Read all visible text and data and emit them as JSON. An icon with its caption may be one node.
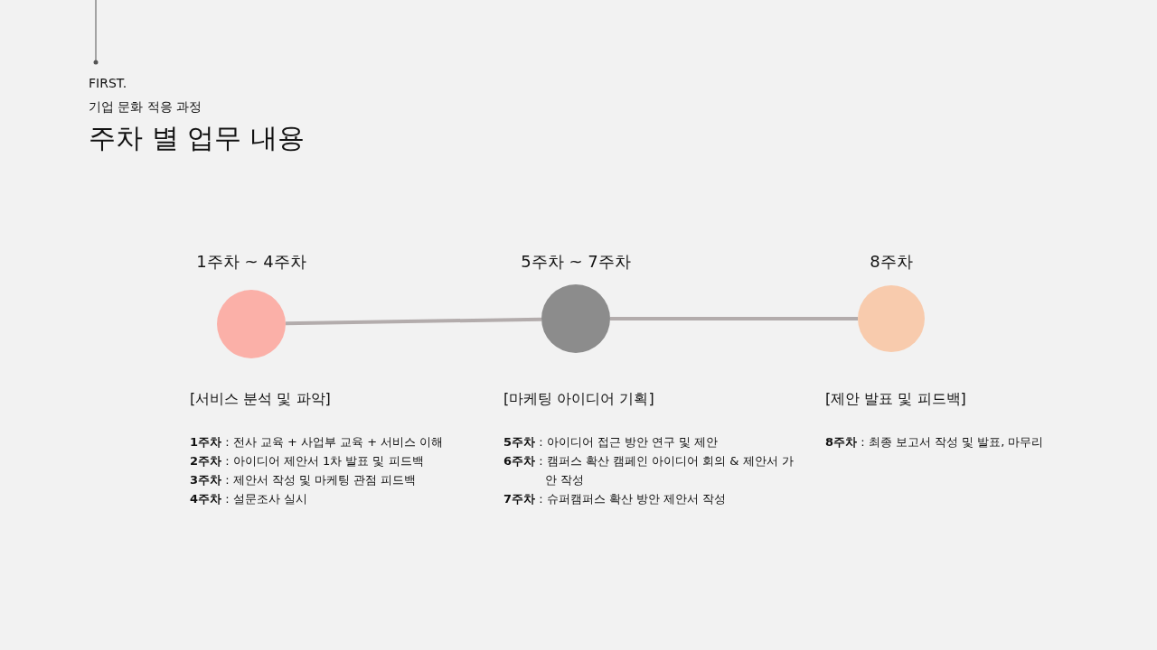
{
  "diagram": {
    "title": "주차 별 업무 내용",
    "nodes": [
      {
        "text": [
          "1주차 ~ 4주차"
        ],
        "beside": [
          "[서비스 분석 및 파악]",
          "**1주차** : 전사 교육 + 사업부 교육 + 서비스 이해",
          "**2주차** : 아이디어 제안서 1차 발표 및 피드백",
          "**3주차** : 제안서 작성 및 마케팅 관점 피드백",
          "**4주차** : 설문조사 실시"
        ]
      },
      {
        "text": [
          "5주차 ~ 7주차"
        ],
        "beside": [
          "[마케팅 아이디어 기획]",
          "**5주차** : 아이디어 접근 방안 연구 및 제안",
          "**6주차** : 캠퍼스 확산 캠페인 아이디어 회의 & 제안서 가안 작성",
          "**7주차** : 슈퍼캠퍼스 확산 방안 제안서 작성"
        ]
      },
      {
        "text": [
          "8주차"
        ],
        "beside": [
          "[제안 발표 및 피드백]",
          "**8주차** : 최종 보고서 작성 및 발표, 마무리"
        ]
      }
    ],
    "edges": [
      {
        "from": 0,
        "to": 1,
        "arrow": "none"
      },
      {
        "from": 1,
        "to": 2,
        "arrow": "none"
      }
    ],
    "labels": [
      "FIRST.",
      "기업 문화 적응 과정"
    ]
  }
}
